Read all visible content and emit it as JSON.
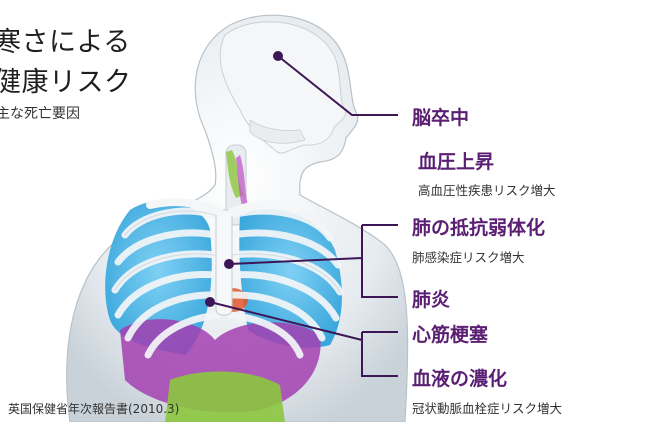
{
  "heading": {
    "line1": "寒さによる",
    "line2": "健康リスク",
    "subtitle": "主な死亡要因"
  },
  "risks": [
    {
      "label": "脳卒中",
      "desc": ""
    },
    {
      "label": "血圧上昇",
      "desc": "高血圧性疾患リスク増大"
    },
    {
      "label": "肺の抵抗弱体化",
      "desc": "肺感染症リスク増大"
    },
    {
      "label": "肺炎",
      "desc": ""
    },
    {
      "label": "心筋梗塞",
      "desc": ""
    },
    {
      "label": "血液の濃化",
      "desc": "冠状動脈血栓症リスク増大"
    }
  ],
  "source": "英国保健省年次報告書(2010.3)",
  "colors": {
    "accent": "#5a1f73",
    "leader_line": "#3d1656",
    "lung": "#4fb6e6",
    "organ_purple": "#a23fb0",
    "organ_green": "#8cc63f",
    "bone": "#f2f2f2"
  }
}
